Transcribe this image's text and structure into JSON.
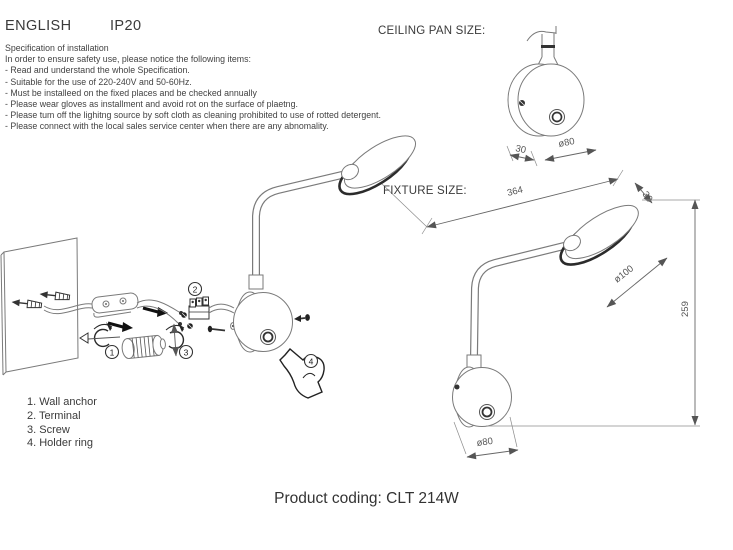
{
  "header": {
    "language": "ENGLISH",
    "ip_rating": "IP20"
  },
  "spec": {
    "title": "Specification of installation",
    "intro": "In order to ensure safety use, please notice the following items:",
    "items": [
      "- Read and understand the whole Specification.",
      "- Suitable for the use of 220-240V and 50-60Hz.",
      "- Must be installeed on the fixed places and be checked annually",
      "- Please wear gloves as installment and avoid rot on the surface of plaetng.",
      "- Please tum off the lighitng source by soft cloth as cleaning prohibited to use of rotted detergent.",
      "- Please connect with the local sales service center when there are any abnomality."
    ]
  },
  "ceiling_pan": {
    "title": "CEILING PAN  SIZE:",
    "depth_dim": "30",
    "diameter_dim": "ø80"
  },
  "fixture": {
    "title": "FIXTURE SIZE:",
    "length_dim": "364",
    "head_depth_dim": "30",
    "head_diameter_dim": "ø100",
    "height_dim": "259",
    "base_diameter_dim": "ø80"
  },
  "callouts": {
    "n1": "1",
    "n2": "2",
    "n3": "3",
    "n4": "4"
  },
  "parts": [
    "1. Wall anchor",
    "2. Terminal",
    "3. Screw",
    "4. Holder ring"
  ],
  "footer": {
    "product_coding": "Product coding: CLT 214W"
  }
}
